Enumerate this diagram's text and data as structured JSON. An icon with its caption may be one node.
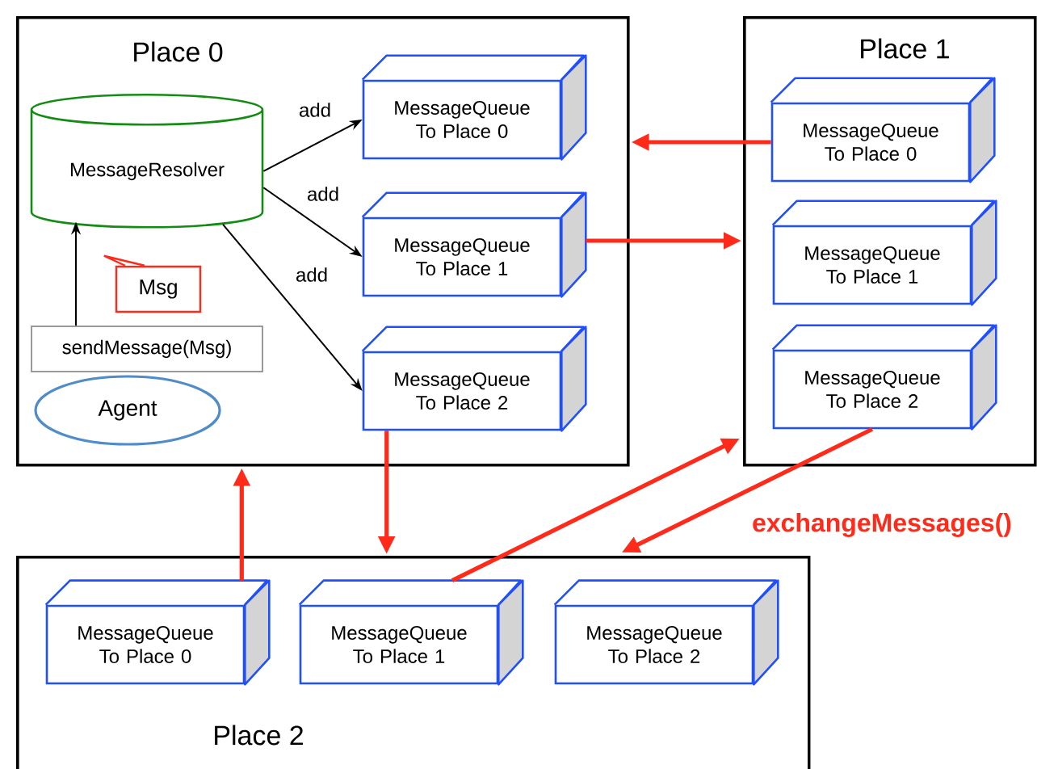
{
  "diagram": {
    "nodes": [
      {
        "text": [
          "Place 0"
        ]
      },
      {
        "text": [
          "MessageResolver"
        ],
        "in": 0
      },
      {
        "text": [
          "Msg"
        ],
        "in": 0
      },
      {
        "text": [
          "sendMessage(Msg)"
        ],
        "in": 0
      },
      {
        "text": [
          "Agent"
        ],
        "in": 0
      },
      {
        "text": [
          "MessageQueue To Place 0"
        ],
        "in": 0
      },
      {
        "text": [
          "MessageQueue To Place 1"
        ],
        "in": 0
      },
      {
        "text": [
          "MessageQueue To Place 2"
        ],
        "in": 0
      },
      {
        "text": [
          "Place 1"
        ]
      },
      {
        "text": [
          "MessageQueue To Place 0"
        ],
        "in": 8
      },
      {
        "text": [
          "MessageQueue To Place 1"
        ],
        "in": 8
      },
      {
        "text": [
          "MessageQueue To Place 2"
        ],
        "in": 8
      },
      {
        "text": [
          "Place 2"
        ]
      },
      {
        "text": [
          "MessageQueue To Place 0"
        ],
        "in": 12
      },
      {
        "text": [
          "MessageQueue To Place 1"
        ],
        "in": 12
      },
      {
        "text": [
          "MessageQueue To Place 2"
        ],
        "in": 12
      }
    ],
    "edges": [
      {
        "from": 1,
        "to": 5,
        "arrow": "to",
        "label": "add",
        "color": "#000000"
      },
      {
        "from": 1,
        "to": 6,
        "arrow": "to",
        "label": "add",
        "color": "#000000"
      },
      {
        "from": 1,
        "to": 7,
        "arrow": "to",
        "label": "add",
        "color": "#000000"
      },
      {
        "from": 3,
        "to": 1,
        "arrow": "to",
        "color": "#000000"
      },
      {
        "from": 9,
        "to": 0,
        "arrow": "to"
      },
      {
        "from": 6,
        "to": 8,
        "arrow": "to"
      },
      {
        "from": 7,
        "to": 12,
        "arrow": "to"
      },
      {
        "from": 13,
        "to": 0,
        "arrow": "to"
      },
      {
        "from": 14,
        "to": 8,
        "arrow": "to"
      },
      {
        "from": 11,
        "to": 12,
        "arrow": "to"
      }
    ],
    "labels": [
      "exchangeMessages()"
    ]
  }
}
